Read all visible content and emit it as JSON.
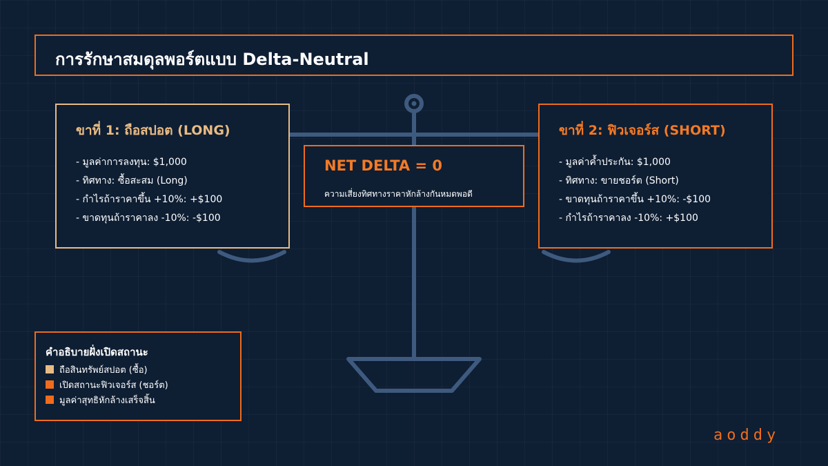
{
  "title": "การรักษาสมดุลพอร์ตแบบ Delta-Neutral",
  "colors": {
    "background": "#0e1e33",
    "accent": "#f06c1c",
    "spot": "#e8bb84",
    "scale": "#3e5a7e"
  },
  "leg_spot": {
    "title": "ขาที่ 1: ถือสปอต (LONG)",
    "items": [
      "- มูลค่าการลงทุน: $1,000",
      "- ทิศทาง: ซื้อสะสม (Long)",
      "- กำไรถ้าราคาขึ้น +10%: +$100",
      "- ขาดทุนถ้าราคาลง -10%: -$100"
    ]
  },
  "leg_futures": {
    "title": "ขาที่ 2: ฟิวเจอร์ส (SHORT)",
    "items": [
      "- มูลค่าค้ำประกัน: $1,000",
      "- ทิศทาง: ขายชอร์ต (Short)",
      "- ขาดทุนถ้าราคาขึ้น +10%: -$100",
      "- กำไรถ้าราคาลง -10%: +$100"
    ]
  },
  "net": {
    "title": "NET DELTA = 0",
    "subtitle": "ความเสี่ยงทิศทางราคาหักล้างกันหมดพอดี"
  },
  "legend": {
    "title": "คำอธิบายฝั่งเปิดสถานะ",
    "items": [
      {
        "label": "ถือสินทรัพย์สปอต (ซื้อ)",
        "color": "#e8bb84"
      },
      {
        "label": "เปิดสถานะฟิวเจอร์ส (ชอร์ต)",
        "color": "#f06c1c"
      },
      {
        "label": "มูลค่าสุทธิหักล้างเสร็จสิ้น",
        "color": "#f06c1c"
      }
    ]
  },
  "logo": "aoddy"
}
